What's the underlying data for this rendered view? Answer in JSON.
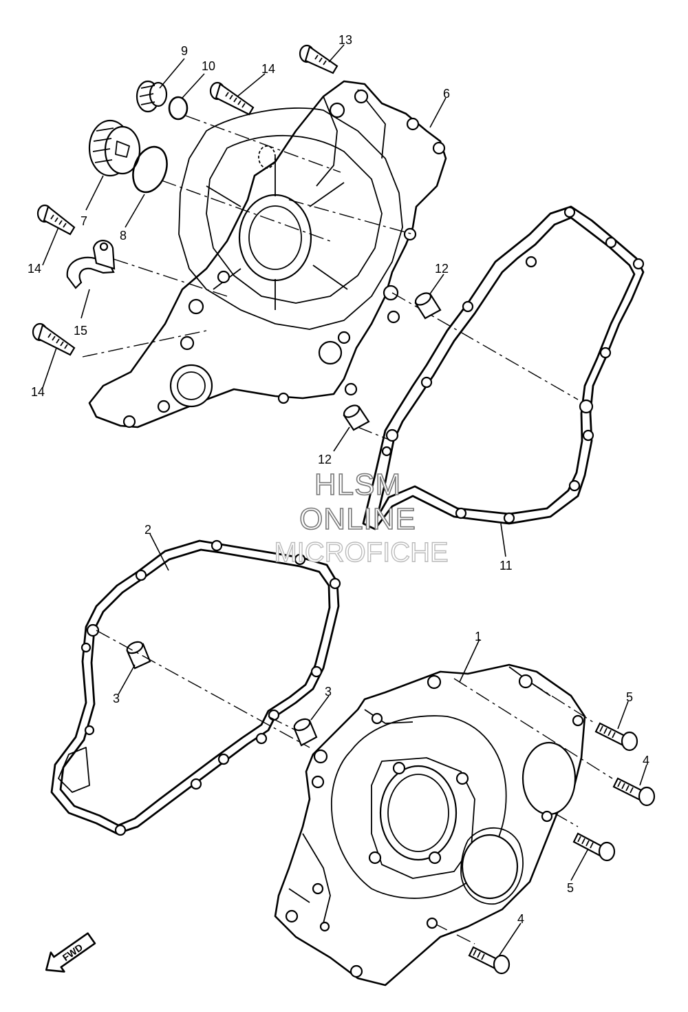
{
  "callouts": [
    {
      "id": "1",
      "label": "1"
    },
    {
      "id": "2",
      "label": "2"
    },
    {
      "id": "3a",
      "label": "3"
    },
    {
      "id": "3b",
      "label": "3"
    },
    {
      "id": "4a",
      "label": "4"
    },
    {
      "id": "4b",
      "label": "4"
    },
    {
      "id": "5a",
      "label": "5"
    },
    {
      "id": "5b",
      "label": "5"
    },
    {
      "id": "6",
      "label": "6"
    },
    {
      "id": "7",
      "label": "7"
    },
    {
      "id": "8",
      "label": "8"
    },
    {
      "id": "9",
      "label": "9"
    },
    {
      "id": "10",
      "label": "10"
    },
    {
      "id": "11",
      "label": "11"
    },
    {
      "id": "12a",
      "label": "12"
    },
    {
      "id": "12b",
      "label": "12"
    },
    {
      "id": "13",
      "label": "13"
    },
    {
      "id": "14a",
      "label": "14"
    },
    {
      "id": "14b",
      "label": "14"
    },
    {
      "id": "14c",
      "label": "14"
    },
    {
      "id": "15",
      "label": "15"
    }
  ],
  "watermark": {
    "line1": "HLSM",
    "line2": "ONLINE",
    "line3": "MICROFICHE"
  },
  "fwd_label": "FWD",
  "colors": {
    "line": "#000000",
    "background": "#ffffff",
    "watermark_outline": "#777777"
  }
}
